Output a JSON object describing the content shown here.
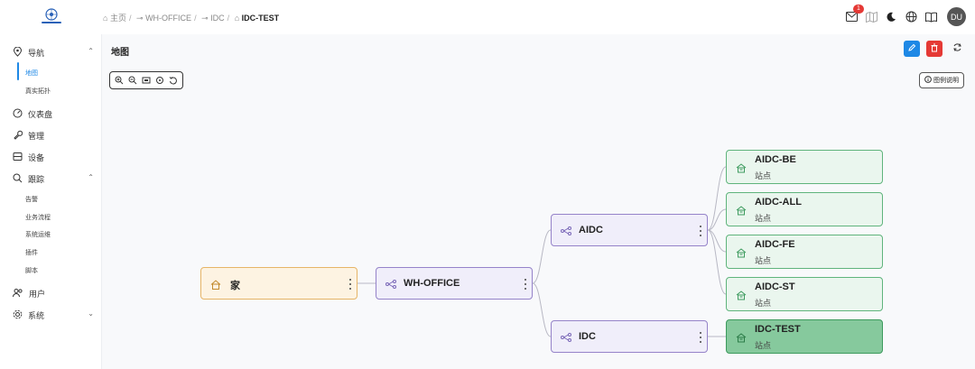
{
  "header": {
    "logo_icon": "app-logo",
    "breadcrumb": [
      {
        "icon": "home-icon",
        "label": "主页"
      },
      {
        "icon": "node-icon",
        "label": "WH-OFFICE"
      },
      {
        "icon": "node-icon",
        "label": "IDC"
      },
      {
        "icon": "site-icon",
        "label": "IDC-TEST"
      }
    ],
    "notification_count": "1",
    "avatar_initials": "DU"
  },
  "sidebar": {
    "items": [
      {
        "label": "导航",
        "icon": "map-pin-icon",
        "expanded": true
      },
      {
        "label": "仪表盘",
        "icon": "dashboard-icon"
      },
      {
        "label": "管理",
        "icon": "wrench-icon"
      },
      {
        "label": "设备",
        "icon": "device-icon"
      },
      {
        "label": "跟踪",
        "icon": "search-icon",
        "expanded": true
      },
      {
        "label": "用户",
        "icon": "users-icon"
      },
      {
        "label": "系统",
        "icon": "gear-icon",
        "expanded": false
      }
    ],
    "nav_sub": [
      {
        "label": "地图",
        "active": true
      },
      {
        "label": "真实拓扑"
      }
    ],
    "track_sub": [
      {
        "label": "告警"
      },
      {
        "label": "业务流程"
      },
      {
        "label": "系统运维"
      },
      {
        "label": "插件"
      },
      {
        "label": "脚本"
      }
    ]
  },
  "main": {
    "title": "地图",
    "buttons": {
      "edit": "edit-icon",
      "delete": "trash-icon",
      "refresh": "refresh-icon"
    },
    "legend_label": "图例说明",
    "colors": {
      "edit": "#1e88e5",
      "delete": "#e53935",
      "home": "#e6b567",
      "group": "#9583c9",
      "site": "#5fb47c",
      "site_active": "#86c99d"
    }
  },
  "tree": {
    "root": {
      "title": "家"
    },
    "wh_office": {
      "title": "WH-OFFICE"
    },
    "aidc": {
      "title": "AIDC"
    },
    "idc": {
      "title": "IDC"
    },
    "sites": [
      {
        "title": "AIDC-BE",
        "subtitle": "站点"
      },
      {
        "title": "AIDC-ALL",
        "subtitle": "站点"
      },
      {
        "title": "AIDC-FE",
        "subtitle": "站点"
      },
      {
        "title": "AIDC-ST",
        "subtitle": "站点"
      },
      {
        "title": "IDC-TEST",
        "subtitle": "站点",
        "active": true
      }
    ]
  }
}
